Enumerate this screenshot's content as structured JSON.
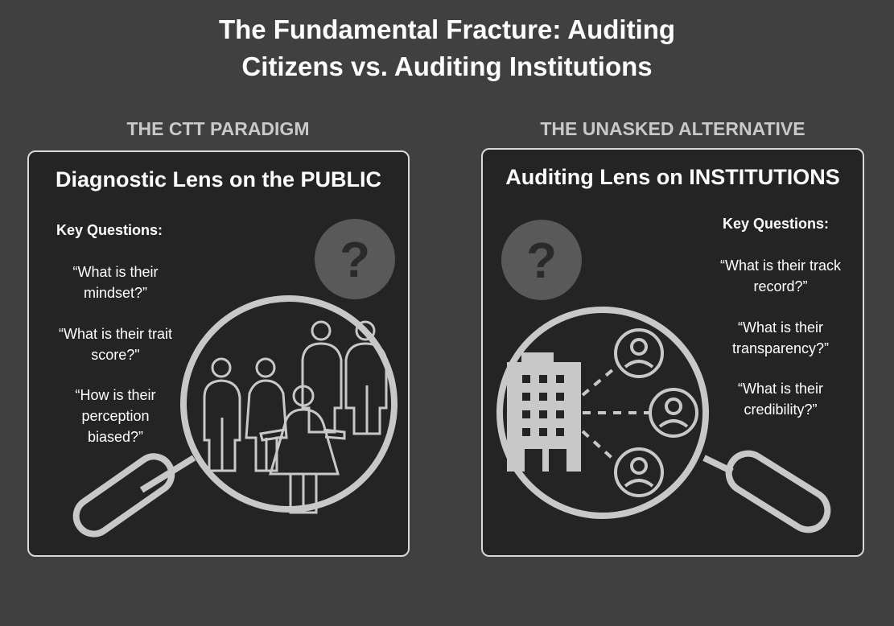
{
  "title": {
    "line1": "The Fundamental Fracture: Auditing",
    "line2": "Citizens vs. Auditing Institutions"
  },
  "left": {
    "section_label": "THE CTT PARADIGM",
    "panel_title": "Diagnostic Lens on the PUBLIC",
    "key_questions_heading": "Key Questions:",
    "questions": [
      {
        "line1": "“What is their",
        "line2": "mindset?”"
      },
      {
        "line1": "“What is their trait",
        "line2": "score?\""
      },
      {
        "line1": "“How is their",
        "line2": "perception",
        "line3": "biased?”"
      }
    ],
    "question_mark": "?"
  },
  "right": {
    "section_label": "THE UNASKED ALTERNATIVE",
    "panel_title": "Auditing Lens on INSTITUTIONS",
    "key_questions_heading": "Key Questions:",
    "questions": [
      {
        "line1": "“What is their track",
        "line2": "record?”"
      },
      {
        "line1": "“What is their",
        "line2": "transparency?”"
      },
      {
        "line1": "“What is their",
        "line2": "credibility?”"
      }
    ],
    "question_mark": "?"
  },
  "colors": {
    "background": "#404040",
    "panel": "#242424",
    "stroke": "#d9d9d9",
    "icon": "#c8c8c8",
    "question_circle": "#595959",
    "question_glyph": "#2a2a2a"
  },
  "icons": [
    "question-mark-icon",
    "magnifying-glass-icon",
    "people-group-icon",
    "building-icon",
    "person-icon"
  ]
}
